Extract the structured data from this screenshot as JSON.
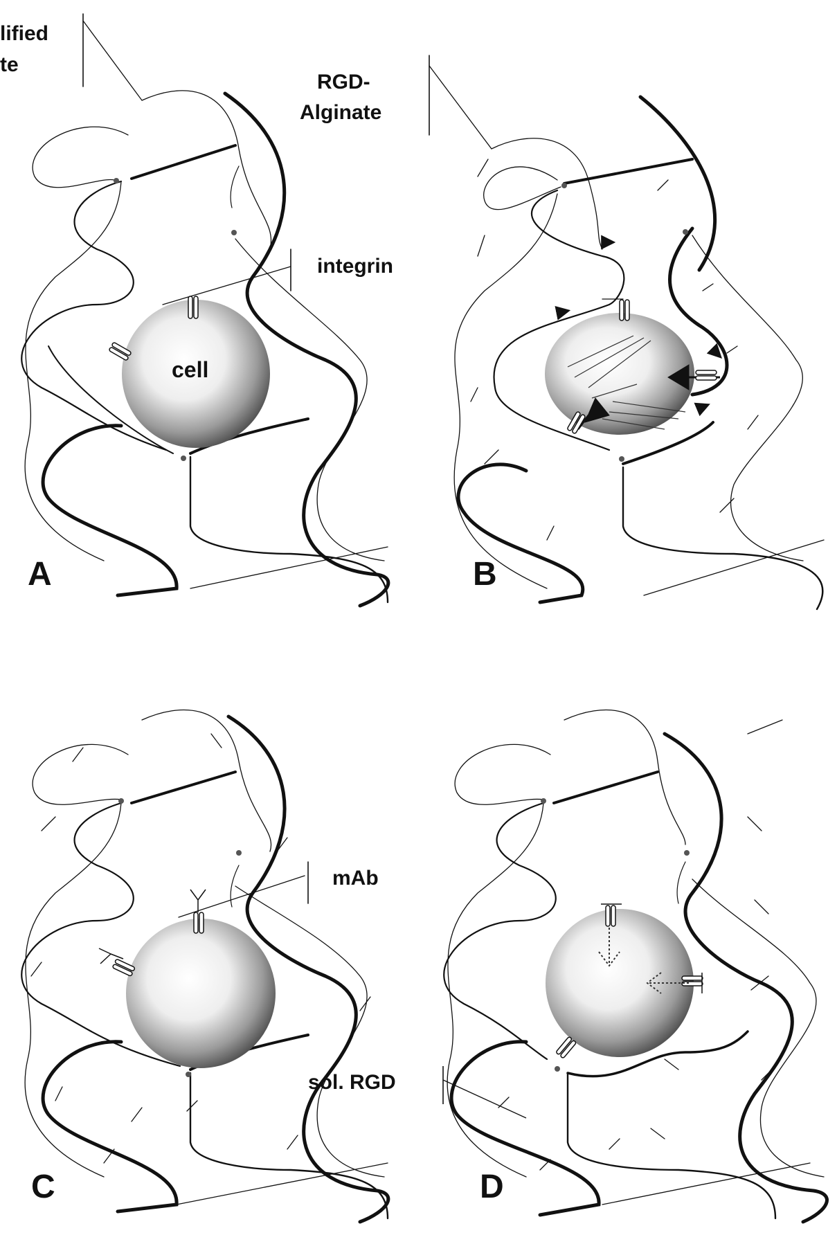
{
  "figure": {
    "labels": {
      "unmodified_line1": "lified",
      "unmodified_line2": "te",
      "rgd_line1": "RGD-",
      "rgd_line2": "Alginate",
      "integrin": "integrin",
      "cell": "cell",
      "mab": "mAb",
      "sol_rgd": "sol. RGD"
    },
    "panels": [
      "A",
      "B",
      "C",
      "D"
    ],
    "colors": {
      "ink": "#111111",
      "cell_dark": "#555555",
      "cell_light": "#ffffff"
    }
  }
}
